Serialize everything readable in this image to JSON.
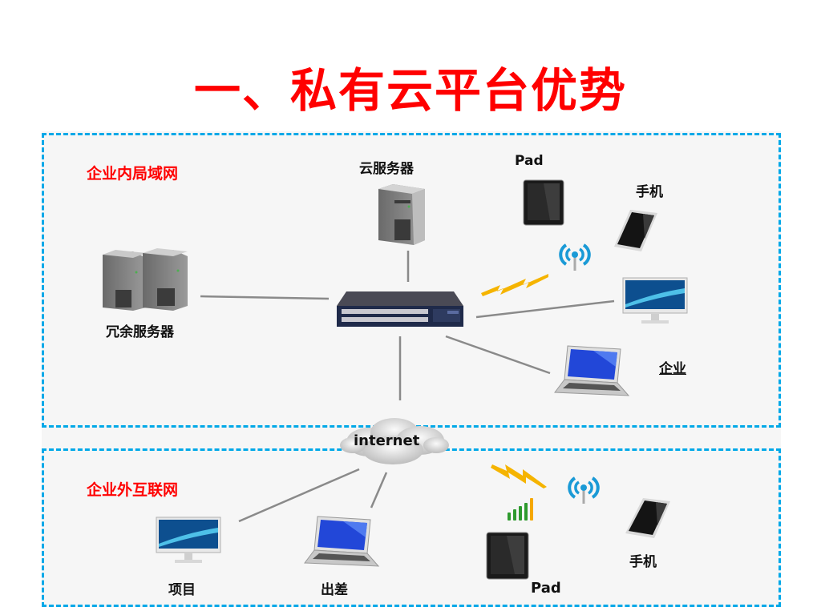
{
  "title": "一、私有云平台优势",
  "colors": {
    "title": "#ff0000",
    "zone_border": "#00a8e8",
    "background": "#f6f6f6",
    "link_line": "#8a8a8a",
    "wireless_bolt": "#f5b400"
  },
  "zones": {
    "lan": {
      "label": "企业内局域网"
    },
    "wan": {
      "label": "企业外互联网"
    }
  },
  "nodes": {
    "redundant_servers": {
      "label": "冗余服务器",
      "icon": "server-pair-icon"
    },
    "cloud_server": {
      "label": "云服务器",
      "icon": "server-tower-icon"
    },
    "switch": {
      "label": "",
      "icon": "network-switch-icon"
    },
    "lan_pad": {
      "label": "Pad",
      "icon": "tablet-icon"
    },
    "lan_phone": {
      "label": "手机",
      "icon": "smartphone-icon"
    },
    "lan_wifi": {
      "icon": "wifi-antenna-icon"
    },
    "lan_bolt": {
      "icon": "lightning-bolt-icon"
    },
    "lan_desktop": {
      "label": "",
      "icon": "desktop-monitor-icon"
    },
    "lan_laptop": {
      "label": "企业",
      "icon": "laptop-icon"
    },
    "internet": {
      "label": "internet",
      "icon": "cloud-icon"
    },
    "wan_desktop": {
      "label": "项目",
      "icon": "desktop-monitor-icon"
    },
    "wan_laptop": {
      "label": "出差",
      "icon": "laptop-icon"
    },
    "wan_bolt": {
      "icon": "lightning-bolt-icon"
    },
    "wan_wifi": {
      "icon": "wifi-antenna-icon"
    },
    "wan_signal": {
      "icon": "signal-bars-icon"
    },
    "wan_pad": {
      "label": "Pad",
      "icon": "tablet-icon"
    },
    "wan_phone": {
      "label": "手机",
      "icon": "smartphone-icon"
    }
  }
}
